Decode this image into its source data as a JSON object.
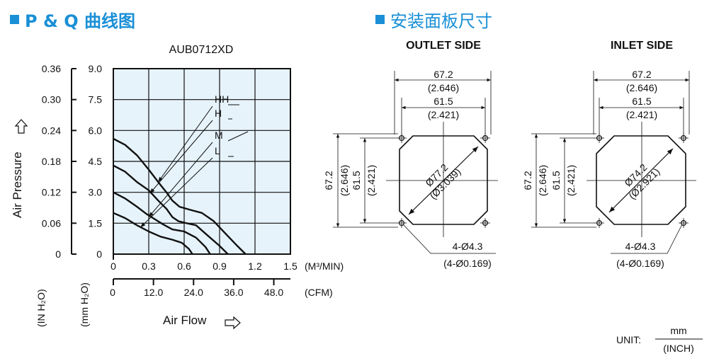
{
  "sections": {
    "pq_title": "P & Q 曲线图",
    "panel_title": "安装面板尺寸"
  },
  "colors": {
    "accent": "#1a8fd6",
    "plot_background": "#e6f3fb"
  },
  "chart_data": {
    "type": "line",
    "title": "AUB0712XD",
    "x_axis": {
      "primary_label": "(M³/MIN)",
      "primary_ticks": [
        "0",
        "0.3",
        "0.6",
        "0.9",
        "1.2",
        "1.5"
      ],
      "primary_range": [
        0,
        1.5
      ],
      "secondary_label": "(CFM)",
      "secondary_ticks": [
        "0",
        "12.0",
        "24.0",
        "36.0",
        "48.0"
      ],
      "title": "Air Flow"
    },
    "y_axis": {
      "title": "Air Pressure",
      "primary_label": "(mm H₂O)",
      "primary_ticks": [
        "0",
        "1.5",
        "3.0",
        "4.5",
        "6.0",
        "7.5",
        "9.0"
      ],
      "primary_range": [
        0,
        9
      ],
      "secondary_label": "(IN H₂O)",
      "secondary_ticks": [
        "0",
        "0.06",
        "0.12",
        "0.18",
        "0.24",
        "0.30",
        "0.36"
      ]
    },
    "grid": true,
    "series": [
      {
        "name": "HH",
        "points": [
          [
            0,
            5.6
          ],
          [
            0.1,
            5.3
          ],
          [
            0.2,
            4.8
          ],
          [
            0.3,
            4.1
          ],
          [
            0.38,
            3.5
          ],
          [
            0.45,
            3.0
          ],
          [
            0.5,
            2.6
          ],
          [
            0.56,
            2.3
          ],
          [
            0.65,
            2.15
          ],
          [
            0.75,
            2.0
          ],
          [
            0.85,
            1.6
          ],
          [
            0.95,
            1.0
          ],
          [
            1.05,
            0.4
          ],
          [
            1.12,
            0
          ]
        ]
      },
      {
        "name": "H",
        "points": [
          [
            0,
            4.3
          ],
          [
            0.1,
            4.0
          ],
          [
            0.2,
            3.5
          ],
          [
            0.3,
            3.1
          ],
          [
            0.38,
            2.6
          ],
          [
            0.45,
            2.2
          ],
          [
            0.5,
            1.8
          ],
          [
            0.55,
            1.6
          ],
          [
            0.62,
            1.5
          ],
          [
            0.7,
            1.4
          ],
          [
            0.8,
            0.9
          ],
          [
            0.9,
            0.4
          ],
          [
            0.97,
            0
          ]
        ]
      },
      {
        "name": "M",
        "points": [
          [
            0,
            3.0
          ],
          [
            0.1,
            2.7
          ],
          [
            0.2,
            2.3
          ],
          [
            0.28,
            1.95
          ],
          [
            0.35,
            1.7
          ],
          [
            0.42,
            1.45
          ],
          [
            0.5,
            1.2
          ],
          [
            0.6,
            1.1
          ],
          [
            0.7,
            0.8
          ],
          [
            0.78,
            0.35
          ],
          [
            0.82,
            0
          ]
        ]
      },
      {
        "name": "L",
        "points": [
          [
            0,
            2.0
          ],
          [
            0.1,
            1.75
          ],
          [
            0.2,
            1.4
          ],
          [
            0.3,
            1.1
          ],
          [
            0.4,
            0.85
          ],
          [
            0.5,
            0.7
          ],
          [
            0.58,
            0.55
          ],
          [
            0.64,
            0.25
          ],
          [
            0.67,
            0
          ]
        ]
      }
    ]
  },
  "outlet": {
    "heading": "OUTLET SIDE",
    "overall_mm": "67.2",
    "overall_in": "(2.646)",
    "hole_pitch_mm": "61.5",
    "hole_pitch_in": "(2.421)",
    "diameter_mm": "Ø77.2",
    "diameter_in": "(Ø3.039)",
    "holes_mm": "4-Ø4.3",
    "holes_in": "(4-Ø0.169)"
  },
  "inlet": {
    "heading": "INLET SIDE",
    "overall_mm": "67.2",
    "overall_in": "(2.646)",
    "hole_pitch_mm": "61.5",
    "hole_pitch_in": "(2.421)",
    "diameter_mm": "Ø74.2",
    "diameter_in": "(Ø2.921)",
    "holes_mm": "4-Ø4.3",
    "holes_in": "(4-Ø0.169)"
  },
  "unit": {
    "label": "UNIT:",
    "numerator": "mm",
    "denominator": "(INCH)"
  }
}
